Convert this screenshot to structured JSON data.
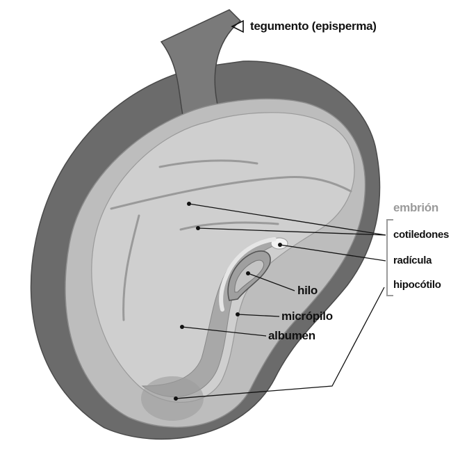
{
  "labels": {
    "tegumento": "tegumento (episperma)",
    "embrion": "embrión",
    "cotiledones": "cotiledones",
    "radicula": "radícula",
    "hipocotilo": "hipocótilo",
    "hilo": "hilo",
    "micropilo": "micrópilo",
    "albumen": "albumen"
  },
  "colors": {
    "seed_coat": "#6b6b6b",
    "seed_coat_dark": "#555555",
    "albumen": "#bdbdbd",
    "cotyledon": "#cfcfcf",
    "veins": "#9a9a9a",
    "embryo_axis": "#a8a8a8",
    "radicle_tip": "#f2f2f2",
    "leader_lines": "#111111",
    "bracket": "#9a9a9a"
  },
  "icons": {
    "tegumento_arrow": "open-triangle-left-icon"
  }
}
